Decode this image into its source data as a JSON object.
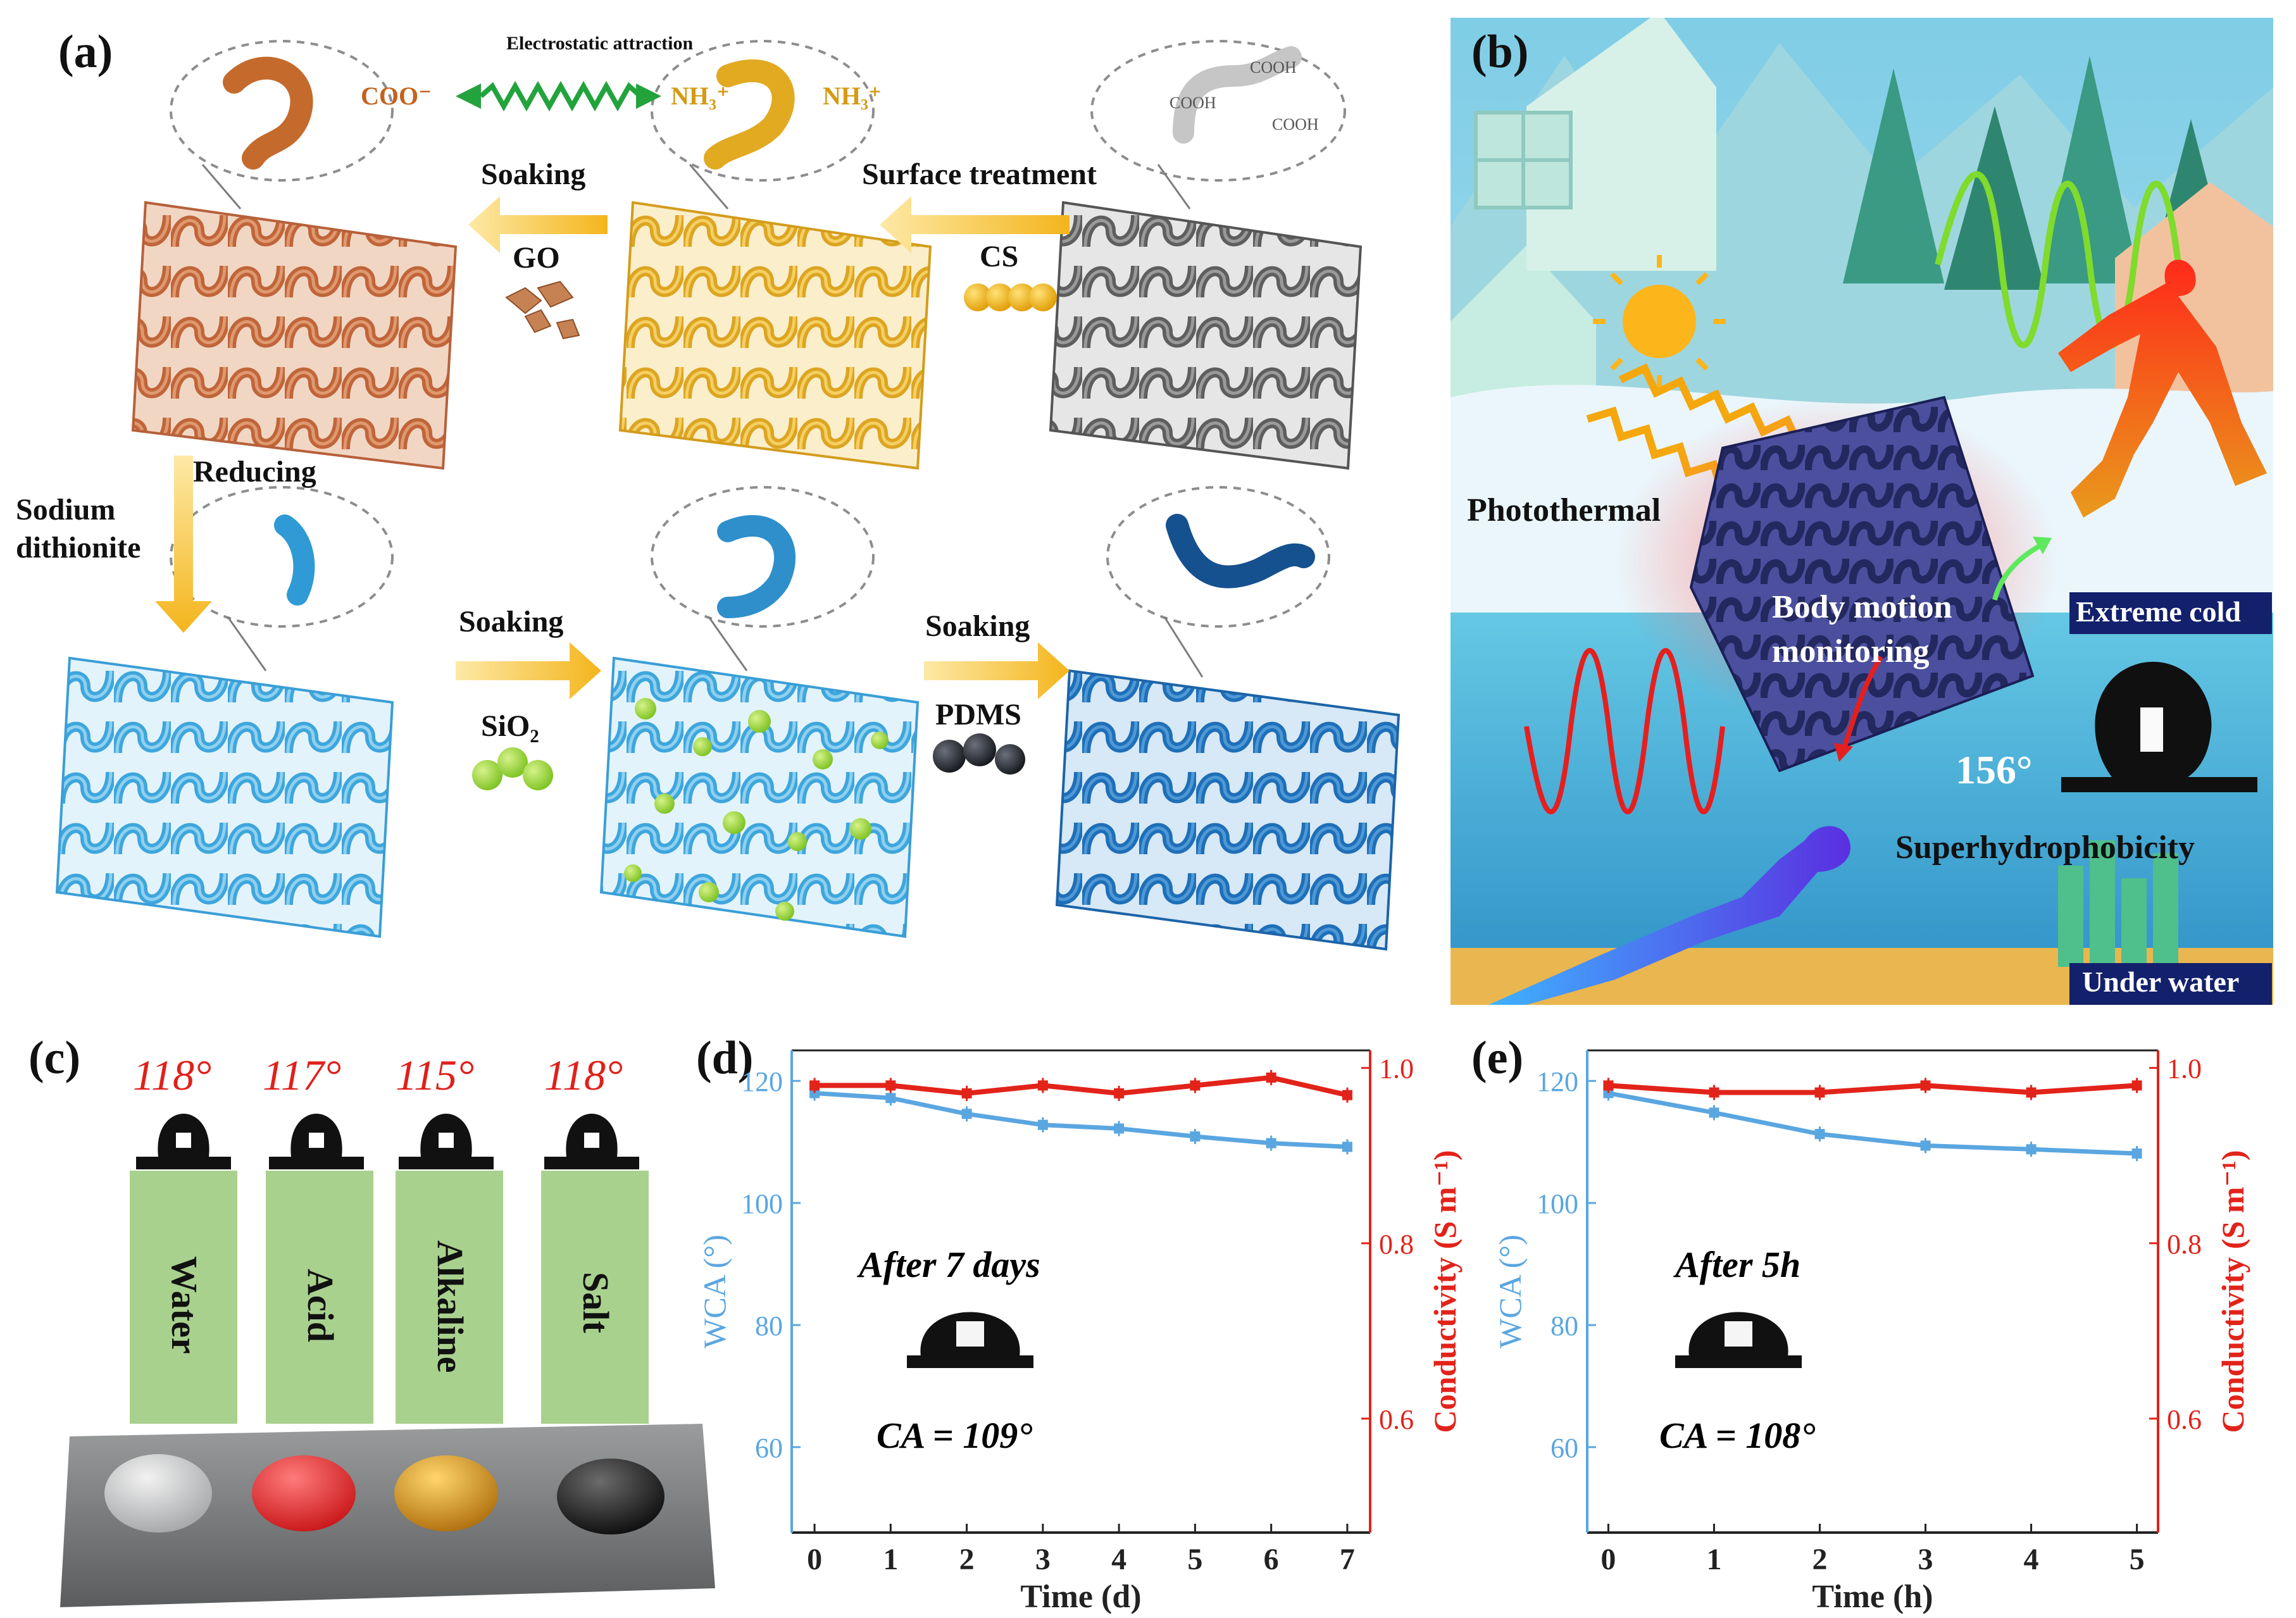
{
  "panel_a": {
    "label": "(a)",
    "electrostatic": "Electrostatic attraction",
    "coo": "COO⁻",
    "nh3_left": "NH₃⁺",
    "nh3_right": "NH₃⁺",
    "cooh": [
      "COOH",
      "COOH",
      "COOH"
    ],
    "soaking_1": "Soaking",
    "go": "GO",
    "surface_treatment": "Surface treatment",
    "cs": "CS",
    "reducing": "Reducing",
    "sodium": "Sodium",
    "dithionite": "dithionite",
    "soaking_2": "Soaking",
    "sio2": "SiO₂",
    "soaking_3": "Soaking",
    "pdms": "PDMS"
  },
  "panel_b": {
    "label": "(b)",
    "photothermal": "Photothermal",
    "body_motion_1": "Body motion",
    "body_motion_2": "monitoring",
    "extreme_cold": "Extreme cold",
    "under_water": "Under water",
    "angle": "156°",
    "superhydrophobicity": "Superhydrophobicity"
  },
  "panel_c": {
    "label": "(c)",
    "angles": [
      "118°",
      "117°",
      "115°",
      "118°"
    ],
    "liquids": [
      "Water",
      "Acid",
      "Alkaline",
      "Salt"
    ],
    "drop_colors": [
      "#c9cbcc",
      "#d8191c",
      "#c78410",
      "#121212"
    ],
    "box_color": "#a9d18e"
  },
  "panel_d": {
    "label": "(d)",
    "note": "After 7 days",
    "ca": "CA = 109°"
  },
  "panel_e": {
    "label": "(e)",
    "note": "After 5h",
    "ca": "CA = 108°"
  },
  "chart_data": [
    {
      "type": "line",
      "panel": "d",
      "xlabel": "Time (d)",
      "ylabel_left": "WCA (°)",
      "ylabel_right": "Conductivity (S m⁻¹)",
      "x": [
        0,
        1,
        2,
        3,
        4,
        5,
        6,
        7
      ],
      "xlim": [
        -0.3,
        7.3
      ],
      "ylim_left": [
        46,
        125
      ],
      "ylim_right": [
        0.47,
        1.02
      ],
      "left_ticks": [
        60,
        80,
        100,
        120
      ],
      "right_ticks": [
        0.6,
        0.8,
        1.0
      ],
      "series": [
        {
          "axis": "left",
          "values": [
            118,
            117.2,
            114.6,
            112.8,
            112.2,
            110.9,
            109.8,
            109.2
          ],
          "color": "#5aa6e0"
        },
        {
          "axis": "right",
          "values": [
            0.98,
            0.98,
            0.971,
            0.98,
            0.971,
            0.98,
            0.989,
            0.969
          ],
          "color": "#e2231a"
        }
      ]
    },
    {
      "type": "line",
      "panel": "e",
      "xlabel": "Time (h)",
      "ylabel_left": "WCA (°)",
      "ylabel_right": "Conductivity (S m⁻¹)",
      "x": [
        0,
        1,
        2,
        3,
        4,
        5
      ],
      "xlim": [
        -0.2,
        5.2
      ],
      "ylim_left": [
        46,
        125
      ],
      "ylim_right": [
        0.47,
        1.02
      ],
      "left_ticks": [
        60,
        80,
        100,
        120
      ],
      "right_ticks": [
        0.6,
        0.8,
        1.0
      ],
      "series": [
        {
          "axis": "left",
          "values": [
            118,
            114.8,
            111.3,
            109.4,
            108.8,
            108.1
          ],
          "color": "#5aa6e0"
        },
        {
          "axis": "right",
          "values": [
            0.98,
            0.972,
            0.972,
            0.98,
            0.972,
            0.98
          ],
          "color": "#e2231a"
        }
      ]
    }
  ]
}
